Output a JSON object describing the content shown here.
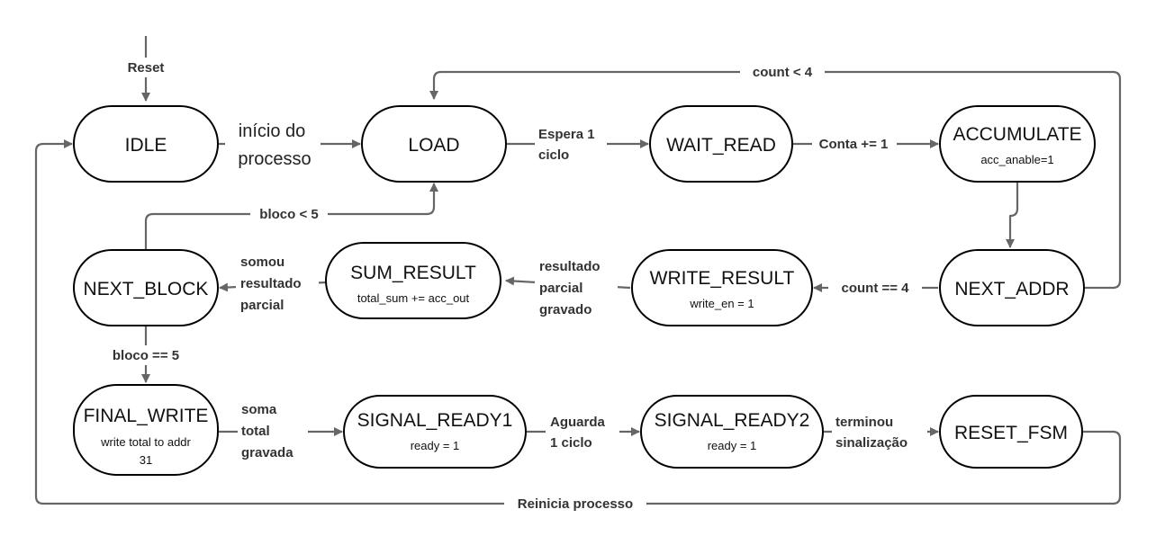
{
  "colors": {
    "node_stroke": "#000000",
    "edge": "#666666",
    "background": "#ffffff"
  },
  "nodes": {
    "idle": {
      "title": "IDLE"
    },
    "load": {
      "title": "LOAD"
    },
    "wait_read": {
      "title": "WAIT_READ"
    },
    "accumulate": {
      "title": "ACCUMULATE",
      "sub": "acc_anable=1"
    },
    "next_block": {
      "title": "NEXT_BLOCK"
    },
    "sum_result": {
      "title": "SUM_RESULT",
      "sub": "total_sum += acc_out"
    },
    "write_result": {
      "title": "WRITE_RESULT",
      "sub": "write_en = 1"
    },
    "next_addr": {
      "title": "NEXT_ADDR"
    },
    "final_write": {
      "title": "FINAL_WRITE",
      "sub1": "write total to addr",
      "sub2": "31"
    },
    "signal_ready1": {
      "title": "SIGNAL_READY1",
      "sub": "ready = 1"
    },
    "signal_ready2": {
      "title": "SIGNAL_READY2",
      "sub": "ready = 1"
    },
    "reset_fsm": {
      "title": "RESET_FSM"
    }
  },
  "transitions": {
    "reset": "Reset",
    "idle_load": [
      "início do",
      "processo"
    ],
    "load_wait": [
      "Espera 1",
      "ciclo"
    ],
    "wait_acc": "Conta += 1",
    "count_lt4": "count < 4",
    "count_eq4": "count == 4",
    "write_sum": [
      "resultado",
      "parcial",
      "gravado"
    ],
    "sum_next": [
      "somou",
      "resultado",
      "parcial"
    ],
    "bloco_lt5": "bloco < 5",
    "bloco_eq5": "bloco == 5",
    "final_sig1": [
      "soma",
      "total",
      "gravada"
    ],
    "sig1_sig2": [
      "Aguarda",
      "1 ciclo"
    ],
    "sig2_reset": [
      "terminou",
      "sinalização"
    ],
    "restart": "Reinicia processo"
  }
}
